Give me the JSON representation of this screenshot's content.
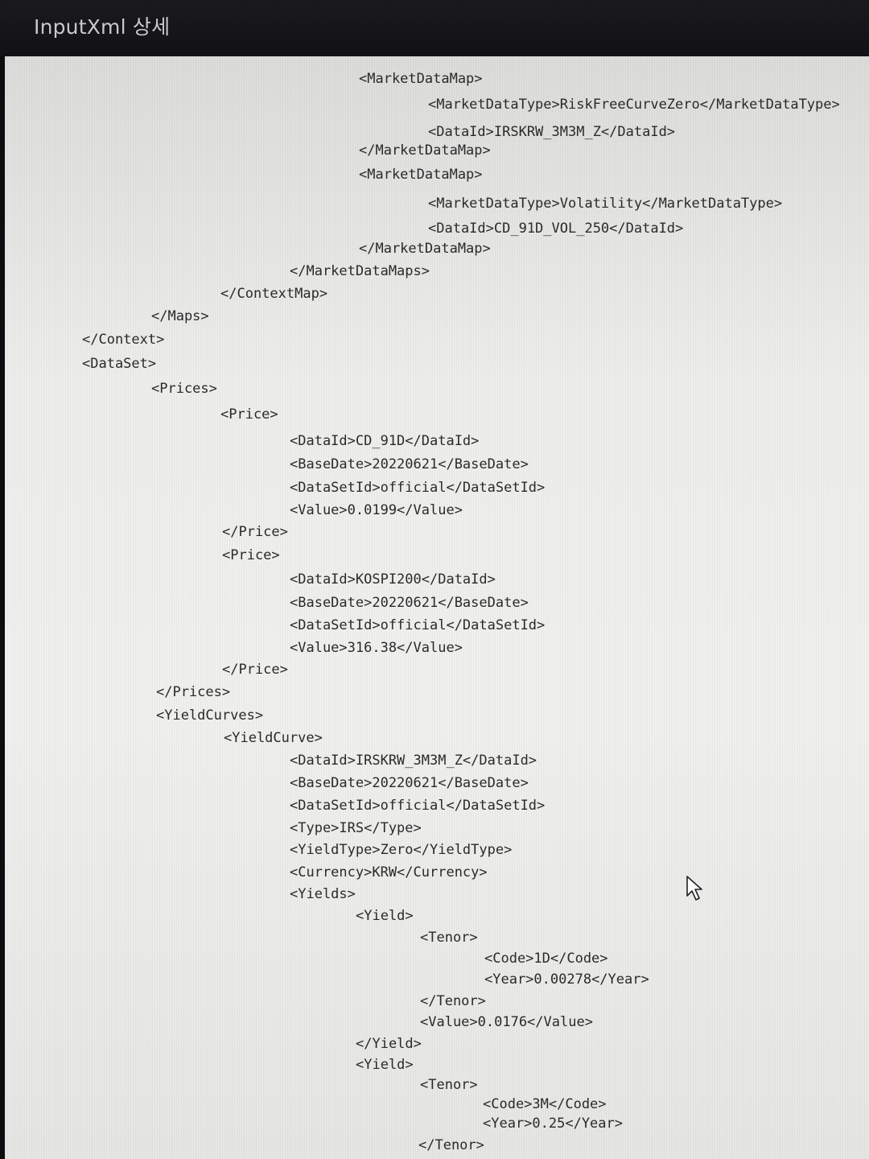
{
  "window": {
    "title": "InputXml 상세"
  },
  "xml": {
    "lines": [
      "<MarketDataMap>",
      "<MarketDataType>RiskFreeCurveZero</MarketDataType>",
      "<DataId>IRSKRW_3M3M_Z</DataId>",
      "</MarketDataMap>",
      "<MarketDataMap>",
      "<MarketDataType>Volatility</MarketDataType>",
      "<DataId>CD_91D_VOL_250</DataId>",
      "</MarketDataMap>",
      "</MarketDataMaps>",
      "</ContextMap>",
      "</Maps>",
      "</Context>",
      "<DataSet>",
      "<Prices>",
      "<Price>",
      "<DataId>CD_91D</DataId>",
      "<BaseDate>20220621</BaseDate>",
      "<DataSetId>official</DataSetId>",
      "<Value>0.0199</Value>",
      "</Price>",
      "<Price>",
      "<DataId>KOSPI200</DataId>",
      "<BaseDate>20220621</BaseDate>",
      "<DataSetId>official</DataSetId>",
      "<Value>316.38</Value>",
      "</Price>",
      "</Prices>",
      "<YieldCurves>",
      "<YieldCurve>",
      "<DataId>IRSKRW_3M3M_Z</DataId>",
      "<BaseDate>20220621</BaseDate>",
      "<DataSetId>official</DataSetId>",
      "<Type>IRS</Type>",
      "<YieldType>Zero</YieldType>",
      "<Currency>KRW</Currency>",
      "<Yields>",
      "<Yield>",
      "<Tenor>",
      "<Code>1D</Code>",
      "<Year>0.00278</Year>",
      "</Tenor>",
      "<Value>0.0176</Value>",
      "</Yield>",
      "<Yield>",
      "<Tenor>",
      "<Code>3M</Code>",
      "<Year>0.25</Year>",
      "</Tenor>"
    ]
  },
  "icons": {
    "cursor": "mouse-pointer-icon"
  }
}
